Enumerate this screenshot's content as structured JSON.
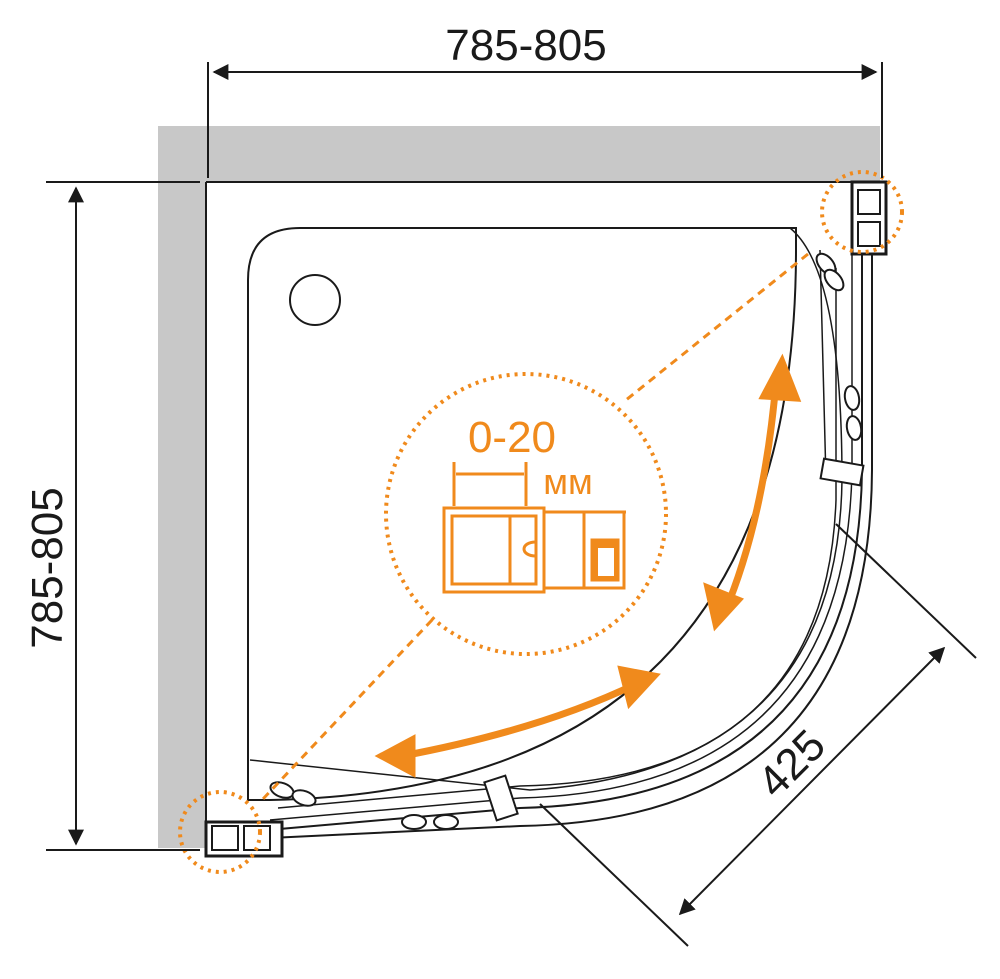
{
  "dimensions": {
    "width_label": "785-805",
    "depth_label": "785-805",
    "door_label": "425"
  },
  "adjustment": {
    "range_label": "0-20",
    "unit_label": "мм"
  },
  "colors": {
    "accent": "#f08a1c",
    "wall": "#c8c8c8",
    "line": "#1a1a1a"
  }
}
